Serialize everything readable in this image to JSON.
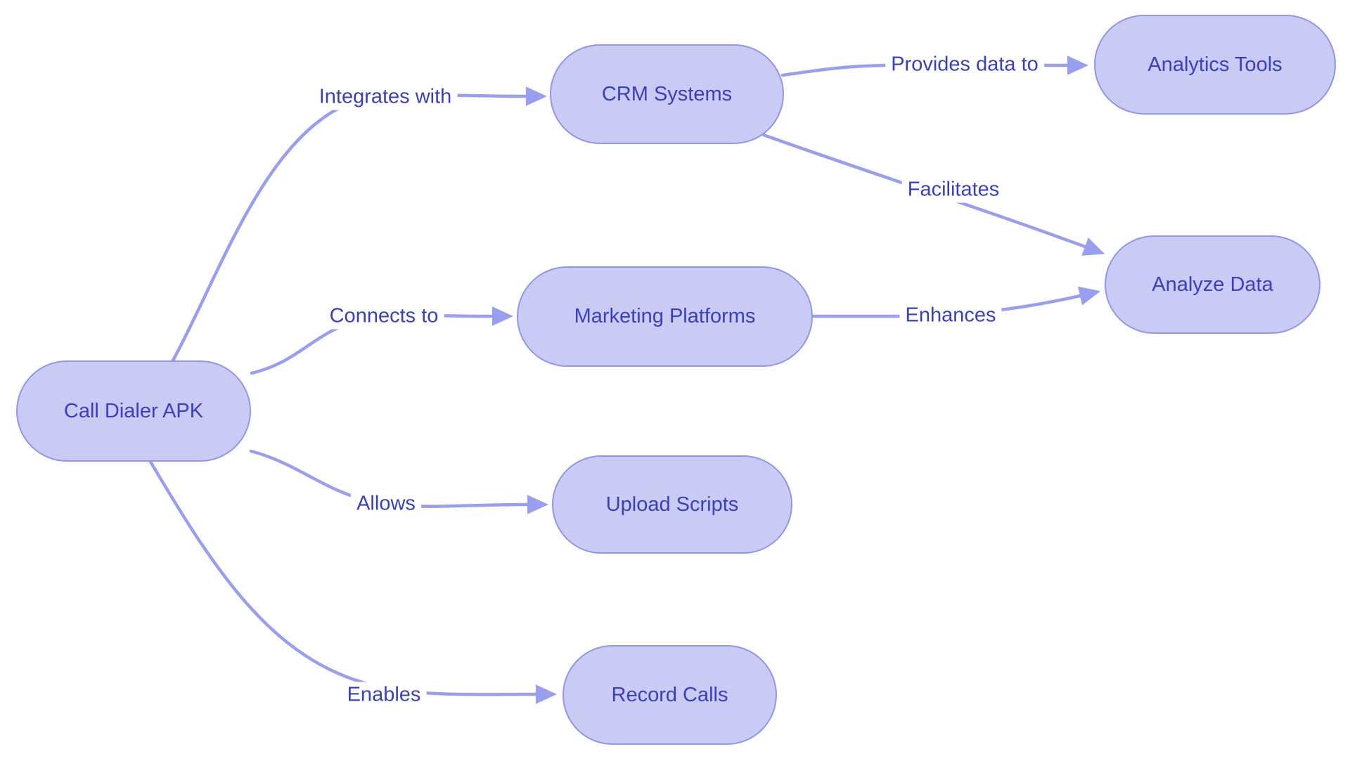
{
  "diagram": {
    "type": "flowchart",
    "direction": "left-to-right",
    "colors": {
      "background": "#ffffff",
      "node_fill": "#c9cbf5",
      "node_border": "#9197e8",
      "edge": "#999ff0",
      "text": "#3a3fc0"
    },
    "nodes": [
      {
        "id": "call-dialer-apk",
        "label": "Call Dialer APK"
      },
      {
        "id": "crm-systems",
        "label": "CRM Systems"
      },
      {
        "id": "analytics-tools",
        "label": "Analytics Tools"
      },
      {
        "id": "analyze-data",
        "label": "Analyze Data"
      },
      {
        "id": "marketing-platforms",
        "label": "Marketing Platforms"
      },
      {
        "id": "upload-scripts",
        "label": "Upload Scripts"
      },
      {
        "id": "record-calls",
        "label": "Record Calls"
      }
    ],
    "edges": [
      {
        "from": "call-dialer-apk",
        "to": "crm-systems",
        "label": "Integrates with"
      },
      {
        "from": "crm-systems",
        "to": "analytics-tools",
        "label": "Provides data to"
      },
      {
        "from": "crm-systems",
        "to": "analyze-data",
        "label": "Facilitates"
      },
      {
        "from": "call-dialer-apk",
        "to": "marketing-platforms",
        "label": "Connects to"
      },
      {
        "from": "marketing-platforms",
        "to": "analyze-data",
        "label": "Enhances"
      },
      {
        "from": "call-dialer-apk",
        "to": "upload-scripts",
        "label": "Allows"
      },
      {
        "from": "call-dialer-apk",
        "to": "record-calls",
        "label": "Enables"
      }
    ]
  }
}
